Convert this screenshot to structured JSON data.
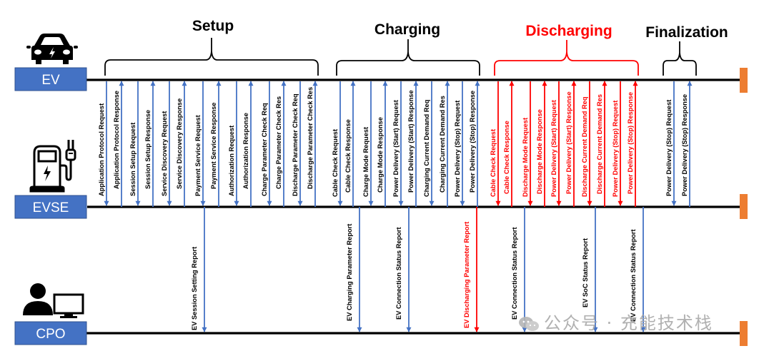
{
  "colors": {
    "actor_box": "#4472c4",
    "message_blue": "#4472c4",
    "message_red": "#ff0000",
    "lifeline": "#000000",
    "end_marker": "#ed7d31",
    "phase_black": "#000000",
    "phase_red": "#ff0000",
    "watermark": "#a9a9a9"
  },
  "actors": [
    {
      "id": "ev",
      "label": "EV",
      "icon": "car-icon"
    },
    {
      "id": "evse",
      "label": "EVSE",
      "icon": "charging-station-icon"
    },
    {
      "id": "cpo",
      "label": "CPO",
      "icon": "operator-computer-icon"
    }
  ],
  "phases": [
    {
      "id": "setup",
      "title": "Setup",
      "color": "black",
      "messages": [
        {
          "label": "Application Protocol Request",
          "from": "ev",
          "to": "evse"
        },
        {
          "label": "Application Protocol Response",
          "from": "evse",
          "to": "ev"
        },
        {
          "label": "Session Setup Request",
          "from": "ev",
          "to": "evse"
        },
        {
          "label": "Session Setup Response",
          "from": "evse",
          "to": "ev"
        },
        {
          "label": "Service Discovery Request",
          "from": "ev",
          "to": "evse"
        },
        {
          "label": "Service Discovery Response",
          "from": "evse",
          "to": "ev"
        },
        {
          "label": "Payment Service Request",
          "from": "ev",
          "to": "evse"
        },
        {
          "label": "Payment Service Response",
          "from": "evse",
          "to": "ev"
        },
        {
          "label": "Authorization Request",
          "from": "ev",
          "to": "evse"
        },
        {
          "label": "Authorization Response",
          "from": "evse",
          "to": "ev"
        },
        {
          "label": "Charge Parameter Check Req",
          "from": "ev",
          "to": "evse"
        },
        {
          "label": "Charge Parameter Check Res",
          "from": "evse",
          "to": "ev"
        },
        {
          "label": "Discharge Parameter Check Req",
          "from": "ev",
          "to": "evse"
        },
        {
          "label": "Discharge Parameter Check Res",
          "from": "evse",
          "to": "ev"
        }
      ]
    },
    {
      "id": "charging",
      "title": "Charging",
      "color": "black",
      "messages": [
        {
          "label": "Cable Check Request",
          "from": "ev",
          "to": "evse"
        },
        {
          "label": "Cable Check Response",
          "from": "evse",
          "to": "ev"
        },
        {
          "label": "Charge Mode Request",
          "from": "ev",
          "to": "evse"
        },
        {
          "label": "Charge Mode Response",
          "from": "evse",
          "to": "ev"
        },
        {
          "label": "Power Delivery (Start) Request",
          "from": "ev",
          "to": "evse"
        },
        {
          "label": "Power Delivery (Start) Response",
          "from": "evse",
          "to": "ev"
        },
        {
          "label": "Charging Current Demand Req",
          "from": "ev",
          "to": "evse"
        },
        {
          "label": "Charging Current Demand Res",
          "from": "evse",
          "to": "ev"
        },
        {
          "label": "Power Delivery (Stop) Request",
          "from": "ev",
          "to": "evse"
        },
        {
          "label": "Power Delivery (Stop) Response",
          "from": "evse",
          "to": "ev"
        }
      ]
    },
    {
      "id": "discharging",
      "title": "Discharging",
      "color": "red",
      "messages": [
        {
          "label": "Cable Check Request",
          "from": "ev",
          "to": "evse"
        },
        {
          "label": "Cable Check Response",
          "from": "evse",
          "to": "ev"
        },
        {
          "label": "Discharge Mode Request",
          "from": "ev",
          "to": "evse"
        },
        {
          "label": "Discharge Mode Response",
          "from": "evse",
          "to": "ev"
        },
        {
          "label": "Power Delivery (Start) Request",
          "from": "ev",
          "to": "evse"
        },
        {
          "label": "Power Delivery (Start) Response",
          "from": "evse",
          "to": "ev"
        },
        {
          "label": "Discharge Current Demand Req",
          "from": "ev",
          "to": "evse"
        },
        {
          "label": "Discharge Current Demand Res",
          "from": "evse",
          "to": "ev"
        },
        {
          "label": "Power Delivery (Stop) Request",
          "from": "ev",
          "to": "evse"
        },
        {
          "label": "Power Delivery (Stop) Response",
          "from": "evse",
          "to": "ev"
        }
      ]
    },
    {
      "id": "finalization",
      "title": "Finalization",
      "color": "black",
      "messages": [
        {
          "label": "Power Delivery (Stop) Request",
          "from": "ev",
          "to": "evse"
        },
        {
          "label": "Power Delivery (Stop) Response",
          "from": "evse",
          "to": "ev"
        }
      ]
    }
  ],
  "reports": [
    {
      "label": "EV Session Setting Report",
      "from": "evse",
      "to": "cpo",
      "color": "blue"
    },
    {
      "label": "EV Charging Parameter Report",
      "from": "evse",
      "to": "cpo",
      "color": "blue"
    },
    {
      "label": "EV Connection Status Report",
      "from": "evse",
      "to": "cpo",
      "color": "blue"
    },
    {
      "label": "EV Discharging Parameter Report",
      "from": "evse",
      "to": "cpo",
      "color": "red"
    },
    {
      "label": "EV Connection Status Report",
      "from": "evse",
      "to": "cpo",
      "color": "blue"
    },
    {
      "label": "EV SoC Status Report",
      "from": "evse",
      "to": "cpo",
      "color": "blue"
    },
    {
      "label": "EV Connection Status Report",
      "from": "evse",
      "to": "cpo",
      "color": "blue"
    }
  ],
  "watermark": {
    "text": "公众号 · 充能技术栈",
    "icon": "wechat-icon"
  }
}
